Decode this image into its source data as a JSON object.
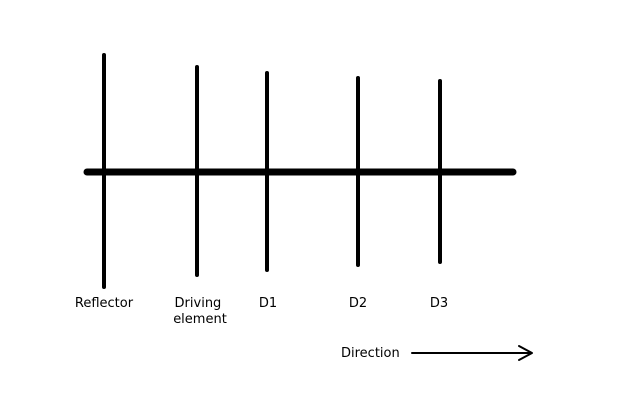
{
  "elements": [
    {
      "label_lines": [
        "Reflector"
      ]
    },
    {
      "label_lines": [
        "Driving",
        "element"
      ]
    },
    {
      "label_lines": [
        "D1"
      ]
    },
    {
      "label_lines": [
        "D2"
      ]
    },
    {
      "label_lines": [
        "D3"
      ]
    }
  ],
  "direction": {
    "label": "Direction",
    "icon": "arrow-right-icon"
  }
}
